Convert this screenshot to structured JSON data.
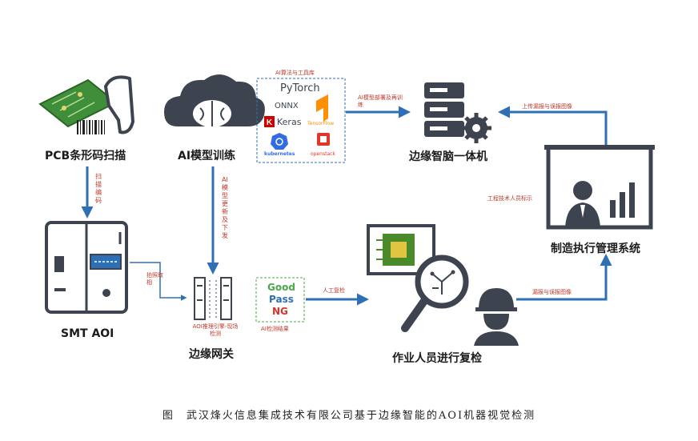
{
  "nodes": {
    "pcb": "PCB条形码扫描",
    "ai_training": "AI模型训练",
    "edge_brain": "边缘智脑一体机",
    "mes": "制造执行管理系统",
    "smt_aoi": "SMT AOI",
    "edge_gateway": "边缘网关",
    "operator": "作业人员进行复检"
  },
  "labels": {
    "scan_code": "扫描编码",
    "model_update": "AI模型更新及下发",
    "algo_libs": "AI算法与工具库",
    "deploy_retrain": "AI模型部署及再训练",
    "upload": "上传漏报与误报图像",
    "engineer_mark": "工程技术人员标示",
    "photo_take": "拍照取相",
    "inference": "AOI推理引擎-现场检测",
    "ai_result": "AI检测结果",
    "manual_recheck": "人工复检",
    "miss_false": "漏报与误报图像"
  },
  "result": {
    "good": "Good",
    "pass": "Pass",
    "ng": "NG"
  },
  "libs": {
    "pytorch": "PyTorch",
    "onnx": "ONNX",
    "keras": "Keras",
    "tensorflow": "TensorFlow",
    "kubernetes": "kubernetes",
    "openstack": "openstack"
  },
  "caption": "图　武汉烽火信息集成技术有限公司基于边缘智能的AOI机器视觉检测",
  "colors": {
    "arrow": "#2e6fb5",
    "red_label": "#c0392b",
    "icon": "#3d4450",
    "good": "#4aa84a",
    "pass": "#2e6fb5",
    "ng": "#d9342b"
  }
}
